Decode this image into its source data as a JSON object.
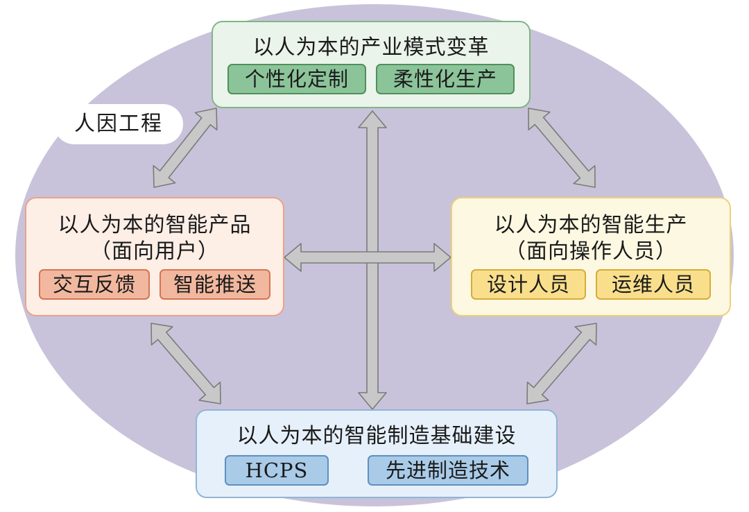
{
  "tag": {
    "label": "人因工程"
  },
  "nodes": {
    "top": {
      "title": "以人为本的产业模式变革",
      "items": [
        "个性化定制",
        "柔性化生产"
      ]
    },
    "left": {
      "title": "以人为本的智能产品",
      "subtitle": "（面向用户）",
      "items": [
        "交互反馈",
        "智能推送"
      ]
    },
    "right": {
      "title": "以人为本的智能生产",
      "subtitle": "（面向操作人员）",
      "items": [
        "设计人员",
        "运维人员"
      ]
    },
    "bottom": {
      "title": "以人为本的智能制造基础建设",
      "items": [
        "HCPS",
        "先进制造技术"
      ]
    }
  },
  "colors": {
    "background": "#c8c3da",
    "arrow_fill": "#c8c8c8",
    "arrow_stroke": "#7a7a7a",
    "top": "#8cc49a",
    "left": "#f2b89f",
    "right": "#f9df8c",
    "bottom": "#a9cbe8"
  }
}
